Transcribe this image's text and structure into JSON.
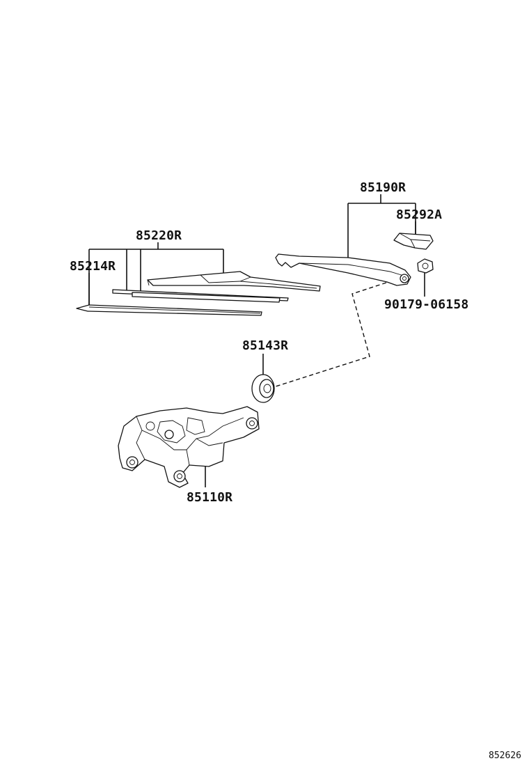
{
  "diagram": {
    "parts": [
      {
        "id": "p85190R",
        "number": "85190R"
      },
      {
        "id": "p85292A",
        "number": "85292A"
      },
      {
        "id": "p85220R",
        "number": "85220R"
      },
      {
        "id": "p85214R",
        "number": "85214R"
      },
      {
        "id": "p90179",
        "number": "90179-06158"
      },
      {
        "id": "p85143R",
        "number": "85143R"
      },
      {
        "id": "p85110R",
        "number": "85110R"
      }
    ],
    "figure_reference": "852626"
  }
}
